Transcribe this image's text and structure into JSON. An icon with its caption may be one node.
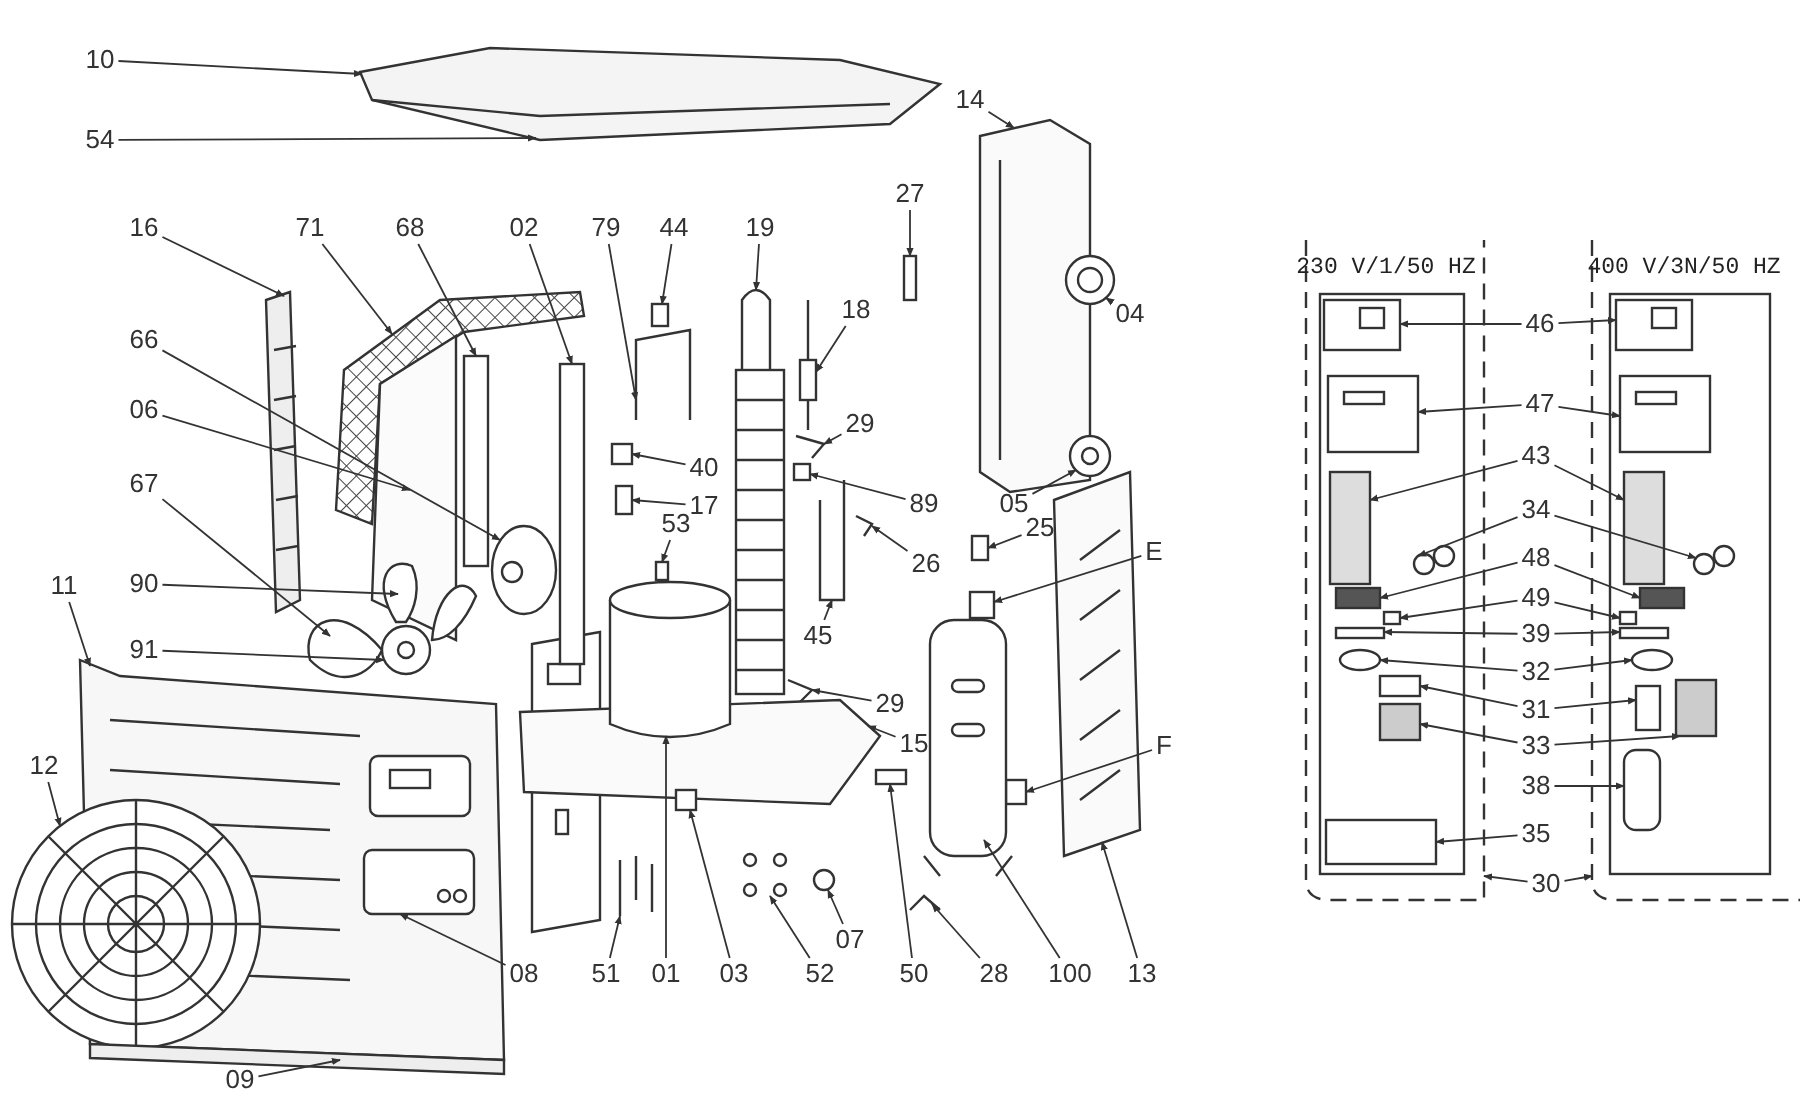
{
  "diagram": {
    "nodes": [
      {
        "text": [
          "10"
        ]
      },
      {
        "text": [
          "14"
        ]
      },
      {
        "text": [
          "54"
        ]
      },
      {
        "text": [
          "27"
        ]
      },
      {
        "text": [
          "16"
        ]
      },
      {
        "text": [
          "71"
        ]
      },
      {
        "text": [
          "68"
        ]
      },
      {
        "text": [
          "02"
        ]
      },
      {
        "text": [
          "79"
        ]
      },
      {
        "text": [
          "44"
        ]
      },
      {
        "text": [
          "19"
        ]
      },
      {
        "text": [
          "18"
        ]
      },
      {
        "text": [
          "04"
        ]
      },
      {
        "text": [
          "66"
        ]
      },
      {
        "text": [
          "29"
        ]
      },
      {
        "text": [
          "06"
        ]
      },
      {
        "text": [
          "40"
        ]
      },
      {
        "text": [
          "17"
        ]
      },
      {
        "text": [
          "89"
        ]
      },
      {
        "text": [
          "05"
        ]
      },
      {
        "text": [
          "53"
        ]
      },
      {
        "text": [
          "26"
        ]
      },
      {
        "text": [
          "25"
        ]
      },
      {
        "text": [
          "45"
        ]
      },
      {
        "text": [
          "E"
        ]
      },
      {
        "text": [
          "67"
        ]
      },
      {
        "text": [
          "90"
        ]
      },
      {
        "text": [
          "91"
        ]
      },
      {
        "text": [
          "11"
        ]
      },
      {
        "text": [
          "29"
        ]
      },
      {
        "text": [
          "15"
        ]
      },
      {
        "text": [
          "F"
        ]
      },
      {
        "text": [
          "12"
        ]
      },
      {
        "text": [
          "07"
        ]
      },
      {
        "text": [
          "08"
        ]
      },
      {
        "text": [
          "51"
        ]
      },
      {
        "text": [
          "01"
        ]
      },
      {
        "text": [
          "03"
        ]
      },
      {
        "text": [
          "52"
        ]
      },
      {
        "text": [
          "50"
        ]
      },
      {
        "text": [
          "28"
        ]
      },
      {
        "text": [
          "100"
        ]
      },
      {
        "text": [
          "13"
        ]
      },
      {
        "text": [
          "09"
        ]
      },
      {
        "text": [
          "46"
        ]
      },
      {
        "text": [
          "47"
        ]
      },
      {
        "text": [
          "43"
        ]
      },
      {
        "text": [
          "34"
        ]
      },
      {
        "text": [
          "48"
        ]
      },
      {
        "text": [
          "49"
        ]
      },
      {
        "text": [
          "39"
        ]
      },
      {
        "text": [
          "32"
        ]
      },
      {
        "text": [
          "31"
        ]
      },
      {
        "text": [
          "33"
        ]
      },
      {
        "text": [
          "38"
        ]
      },
      {
        "text": [
          "35"
        ]
      },
      {
        "text": [
          "30"
        ]
      },
      {
        "text": [],
        "shape": "picture"
      },
      {
        "text": [],
        "shape": "picture"
      },
      {
        "text": [],
        "shape": "box"
      },
      {
        "text": [],
        "shape": "picture"
      },
      {
        "text": [],
        "shape": "picture"
      },
      {
        "text": [],
        "shape": "box"
      },
      {
        "text": [],
        "shape": "box"
      },
      {
        "text": [],
        "shape": "picture"
      },
      {
        "text": [],
        "shape": "box"
      },
      {
        "text": [],
        "shape": "picture"
      },
      {
        "text": [],
        "shape": "picture"
      },
      {
        "text": [],
        "shape": "picture"
      },
      {
        "text": [],
        "shape": "picture"
      },
      {
        "text": [],
        "shape": "picture"
      },
      {
        "text": [],
        "shape": "picture"
      },
      {
        "text": [],
        "shape": "box"
      },
      {
        "text": [],
        "shape": "box"
      },
      {
        "text": [],
        "shape": "box"
      },
      {
        "text": [],
        "shape": "picture"
      },
      {
        "text": [],
        "shape": "box"
      },
      {
        "text": [],
        "shape": "picture"
      },
      {
        "text": [],
        "shape": "box"
      },
      {
        "text": [],
        "shape": "picture"
      },
      {
        "text": [],
        "shape": "box"
      },
      {
        "text": [],
        "shape": "picture"
      },
      {
        "text": [],
        "shape": "picture"
      },
      {
        "text": [],
        "shape": "picture"
      },
      {
        "text": [],
        "shape": "picture"
      },
      {
        "text": [],
        "shape": "picture"
      },
      {
        "text": [],
        "shape": "picture"
      },
      {
        "text": [],
        "shape": "box"
      },
      {
        "text": [],
        "shape": "picture"
      },
      {
        "text": [],
        "shape": "circle"
      },
      {
        "text": [],
        "shape": "picture",
        "in": 84
      },
      {
        "text": [],
        "shape": "picture"
      },
      {
        "text": [],
        "shape": "picture"
      },
      {
        "text": [],
        "shape": "box"
      },
      {
        "text": [],
        "shape": "picture"
      },
      {
        "text": [],
        "shape": "box"
      },
      {
        "text": [],
        "shape": "picture"
      },
      {
        "text": [],
        "shape": "picture"
      },
      {
        "text": [],
        "shape": "picture"
      },
      {
        "text": [],
        "shape": "picture"
      },
      {
        "text": [],
        "shape": "picture"
      },
      {
        "text": [],
        "shape": "picture"
      },
      {
        "text": [],
        "shape": "picture",
        "in": 100
      },
      {
        "text": [],
        "shape": "picture",
        "in": 101
      },
      {
        "text": [],
        "shape": "picture",
        "in": 100
      },
      {
        "text": [],
        "shape": "picture",
        "in": 101
      },
      {
        "text": [],
        "shape": "box",
        "in": 100
      },
      {
        "text": [],
        "shape": "box",
        "in": 101
      },
      {
        "text": [],
        "shape": "picture",
        "in": 100
      },
      {
        "text": [],
        "shape": "picture",
        "in": 101
      },
      {
        "text": [],
        "shape": "box",
        "in": 100
      },
      {
        "text": [],
        "shape": "box",
        "in": 101
      },
      {
        "text": [],
        "shape": "box",
        "in": 100
      },
      {
        "text": [],
        "shape": "box",
        "in": 101
      },
      {
        "text": [],
        "shape": "box",
        "in": 100
      },
      {
        "text": [],
        "shape": "box",
        "in": 101
      },
      {
        "text": [],
        "shape": "ellipse",
        "in": 100
      },
      {
        "text": [],
        "shape": "ellipse",
        "in": 101
      },
      {
        "text": [],
        "shape": "box",
        "in": 100
      },
      {
        "text": [],
        "shape": "box",
        "in": 101
      },
      {
        "text": [],
        "shape": "box",
        "in": 100
      },
      {
        "text": [],
        "shape": "box",
        "in": 101
      },
      {
        "text": [],
        "shape": "box",
        "in": 101
      },
      {
        "text": [],
        "shape": "box",
        "in": 100
      }
    ],
    "edges": [
      {
        "from": 0,
        "to": 57,
        "arrow": "to"
      },
      {
        "from": 1,
        "to": 58,
        "arrow": "to"
      },
      {
        "from": 2,
        "to": 57,
        "arrow": "to"
      },
      {
        "from": 3,
        "to": 59,
        "arrow": "to"
      },
      {
        "from": 4,
        "to": 60,
        "arrow": "to"
      },
      {
        "from": 5,
        "to": 61,
        "arrow": "to"
      },
      {
        "from": 6,
        "to": 62,
        "arrow": "to"
      },
      {
        "from": 7,
        "to": 63,
        "arrow": "to"
      },
      {
        "from": 8,
        "to": 64,
        "arrow": "to"
      },
      {
        "from": 9,
        "to": 65,
        "arrow": "to"
      },
      {
        "from": 10,
        "to": 66,
        "arrow": "to"
      },
      {
        "from": 11,
        "to": 67,
        "arrow": "to"
      },
      {
        "from": 12,
        "to": 68,
        "arrow": "to"
      },
      {
        "from": 13,
        "to": 69,
        "arrow": "to"
      },
      {
        "from": 14,
        "to": 70,
        "arrow": "to"
      },
      {
        "from": 15,
        "to": 71,
        "arrow": "to"
      },
      {
        "from": 16,
        "to": 72,
        "arrow": "to"
      },
      {
        "from": 17,
        "to": 73,
        "arrow": "to"
      },
      {
        "from": 18,
        "to": 74,
        "arrow": "to"
      },
      {
        "from": 19,
        "to": 75,
        "arrow": "to"
      },
      {
        "from": 20,
        "to": 76,
        "arrow": "to"
      },
      {
        "from": 21,
        "to": 77,
        "arrow": "to"
      },
      {
        "from": 22,
        "to": 78,
        "arrow": "to"
      },
      {
        "from": 23,
        "to": 79,
        "arrow": "to"
      },
      {
        "from": 24,
        "to": 80,
        "arrow": "to"
      },
      {
        "from": 25,
        "to": 81,
        "arrow": "to"
      },
      {
        "from": 26,
        "to": 82,
        "arrow": "to"
      },
      {
        "from": 27,
        "to": 83,
        "arrow": "to"
      },
      {
        "from": 28,
        "to": 84,
        "arrow": "to"
      },
      {
        "from": 29,
        "to": 85,
        "arrow": "to"
      },
      {
        "from": 30,
        "to": 86,
        "arrow": "to"
      },
      {
        "from": 31,
        "to": 87,
        "arrow": "to"
      },
      {
        "from": 32,
        "to": 88,
        "arrow": "to"
      },
      {
        "from": 33,
        "to": 89,
        "arrow": "to"
      },
      {
        "from": 34,
        "to": 90,
        "arrow": "to"
      },
      {
        "from": 35,
        "to": 91,
        "arrow": "to"
      },
      {
        "from": 36,
        "to": 92,
        "arrow": "to"
      },
      {
        "from": 37,
        "to": 93,
        "arrow": "to"
      },
      {
        "from": 38,
        "to": 94,
        "arrow": "to"
      },
      {
        "from": 39,
        "to": 95,
        "arrow": "to"
      },
      {
        "from": 40,
        "to": 96,
        "arrow": "to"
      },
      {
        "from": 41,
        "to": 97,
        "arrow": "to"
      },
      {
        "from": 42,
        "to": 98,
        "arrow": "to"
      },
      {
        "from": 43,
        "to": 99,
        "arrow": "to"
      },
      {
        "from": 44,
        "to": 102,
        "arrow": "to"
      },
      {
        "from": 44,
        "to": 103,
        "arrow": "to"
      },
      {
        "from": 45,
        "to": 104,
        "arrow": "to"
      },
      {
        "from": 45,
        "to": 105,
        "arrow": "to"
      },
      {
        "from": 46,
        "to": 106,
        "arrow": "to"
      },
      {
        "from": 46,
        "to": 107,
        "arrow": "to"
      },
      {
        "from": 47,
        "to": 108,
        "arrow": "to"
      },
      {
        "from": 47,
        "to": 109,
        "arrow": "to"
      },
      {
        "from": 48,
        "to": 110,
        "arrow": "to"
      },
      {
        "from": 48,
        "to": 111,
        "arrow": "to"
      },
      {
        "from": 49,
        "to": 112,
        "arrow": "to"
      },
      {
        "from": 49,
        "to": 113,
        "arrow": "to"
      },
      {
        "from": 50,
        "to": 114,
        "arrow": "to"
      },
      {
        "from": 50,
        "to": 115,
        "arrow": "to"
      },
      {
        "from": 51,
        "to": 116,
        "arrow": "to"
      },
      {
        "from": 51,
        "to": 117,
        "arrow": "to"
      },
      {
        "from": 52,
        "to": 118,
        "arrow": "to"
      },
      {
        "from": 52,
        "to": 119,
        "arrow": "to"
      },
      {
        "from": 53,
        "to": 120,
        "arrow": "to"
      },
      {
        "from": 53,
        "to": 121,
        "arrow": "to"
      },
      {
        "from": 54,
        "to": 122,
        "arrow": "to"
      },
      {
        "from": 55,
        "to": 123,
        "arrow": "to"
      },
      {
        "from": 56,
        "to": 100,
        "arrow": "to"
      },
      {
        "from": 56,
        "to": 101,
        "arrow": "to"
      }
    ],
    "labels": [
      "230 V/1/50 HZ",
      "400 V/3N/50 HZ"
    ]
  }
}
